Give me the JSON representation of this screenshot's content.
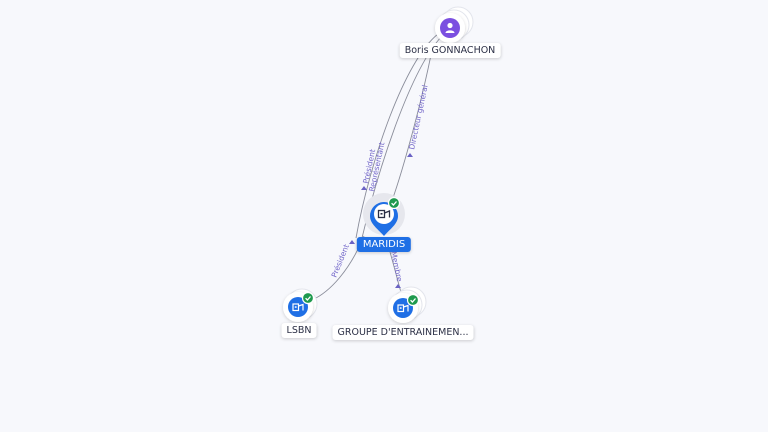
{
  "colors": {
    "background": "#f7f8fc",
    "company_blue": "#1f6fe5",
    "person_purple": "#7b4fe0",
    "verified_green": "#1f9a4e",
    "edge_gray": "#8a8d9a",
    "edge_label_purple": "#7266c9"
  },
  "nodes": {
    "person": {
      "label": "Boris GONNACHON",
      "icon": "person-icon"
    },
    "main": {
      "label": "MARIDIS",
      "icon": "building-icon",
      "verified": true
    },
    "lsbn": {
      "label": "LSBN",
      "icon": "building-icon",
      "verified": true
    },
    "groupe": {
      "label": "GROUPE D'ENTRAINEMEN...",
      "icon": "building-icon",
      "verified": true
    }
  },
  "edges": [
    {
      "from": "person",
      "to": "main",
      "label": "Président"
    },
    {
      "from": "person",
      "to": "main",
      "label": "Représentant"
    },
    {
      "from": "person",
      "to": "main",
      "label": "Directeur général"
    },
    {
      "from": "lsbn",
      "to": "main",
      "label": "Président"
    },
    {
      "from": "main",
      "to": "groupe",
      "label": "Membre"
    }
  ]
}
